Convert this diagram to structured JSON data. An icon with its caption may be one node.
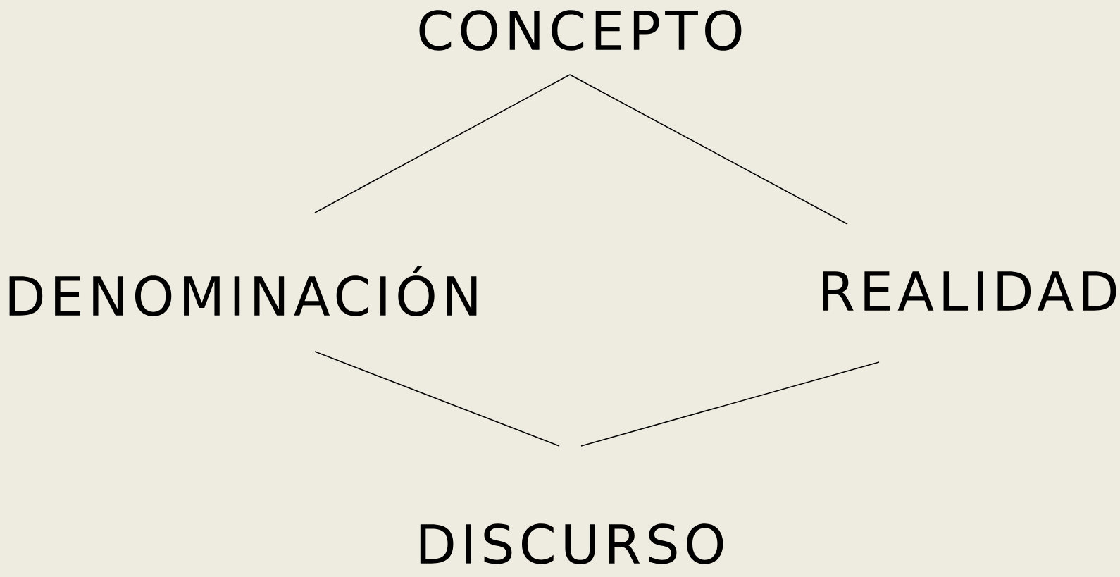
{
  "diagram": {
    "nodes": [
      {
        "text": [
          "CONCEPTO"
        ]
      },
      {
        "text": [
          "DENOMINACIÓN"
        ]
      },
      {
        "text": [
          "REALIDAD"
        ]
      },
      {
        "text": [
          "DISCURSO"
        ]
      }
    ],
    "edges": [
      {
        "from": 0,
        "to": 1,
        "arrow": "none"
      },
      {
        "from": 0,
        "to": 2,
        "arrow": "none"
      },
      {
        "from": 1,
        "to": 3,
        "arrow": "none"
      },
      {
        "from": 2,
        "to": 3,
        "arrow": "none"
      }
    ]
  }
}
